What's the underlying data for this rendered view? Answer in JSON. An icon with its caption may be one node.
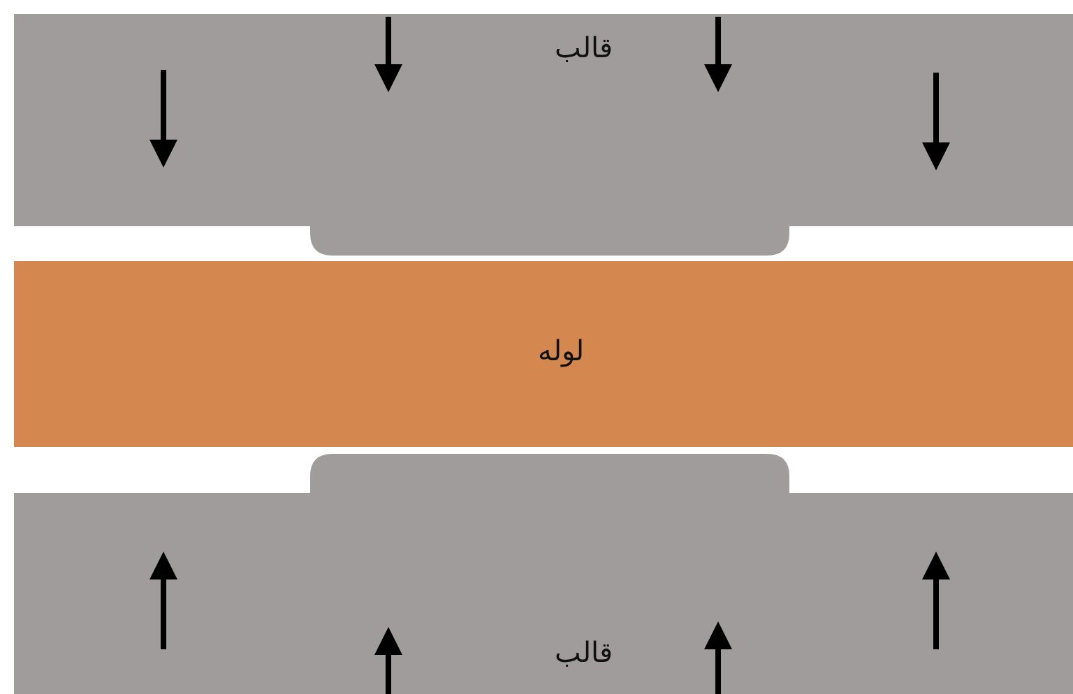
{
  "diagram": {
    "nodes": [
      {
        "text": [
          "قالب"
        ]
      },
      {
        "text": [
          "لوله"
        ]
      },
      {
        "text": [
          "قالب"
        ]
      }
    ]
  }
}
